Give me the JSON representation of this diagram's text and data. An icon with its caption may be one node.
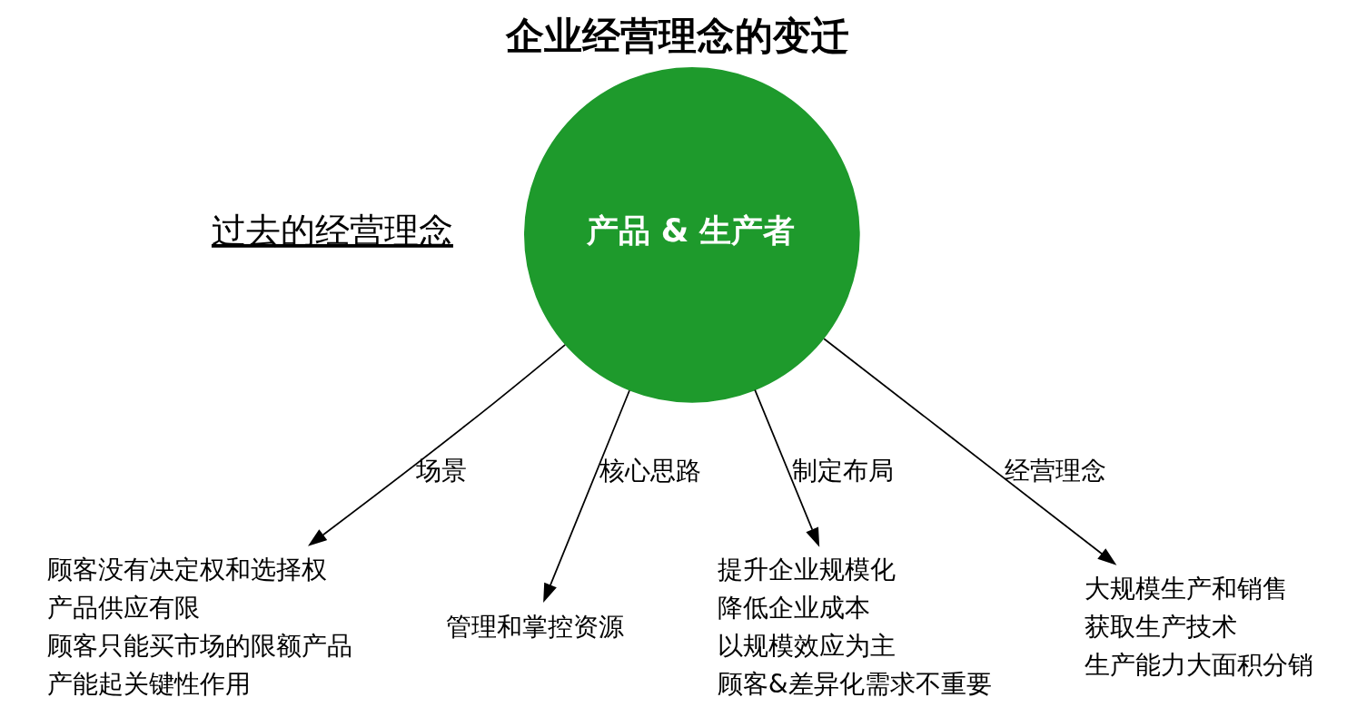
{
  "diagram": {
    "title": "企业经营理念的变迁",
    "nodes": [
      {
        "text": [
          "产品 & 生产者"
        ]
      },
      {
        "text": [
          "顾客没有决定权和选择权",
          "产品供应有限",
          "顾客只能买市场的限额产品",
          "产能起关键性作用"
        ]
      },
      {
        "text": [
          "管理和掌控资源"
        ]
      },
      {
        "text": [
          "提升企业规模化",
          "降低企业成本",
          "以规模效应为主",
          "顾客&差异化需求不重要"
        ]
      },
      {
        "text": [
          "大规模生产和销售",
          "获取生产技术",
          "生产能力大面积分销"
        ]
      }
    ],
    "edges": [
      {
        "from": 0,
        "to": 1,
        "arrow": "to",
        "label": "场景"
      },
      {
        "from": 0,
        "to": 2,
        "arrow": "to",
        "label": "核心思路"
      },
      {
        "from": 0,
        "to": 3,
        "arrow": "to",
        "label": "制定布局"
      },
      {
        "from": 0,
        "to": 4,
        "arrow": "to",
        "label": "经营理念"
      }
    ],
    "labels": [
      "过去的经营理念"
    ]
  }
}
